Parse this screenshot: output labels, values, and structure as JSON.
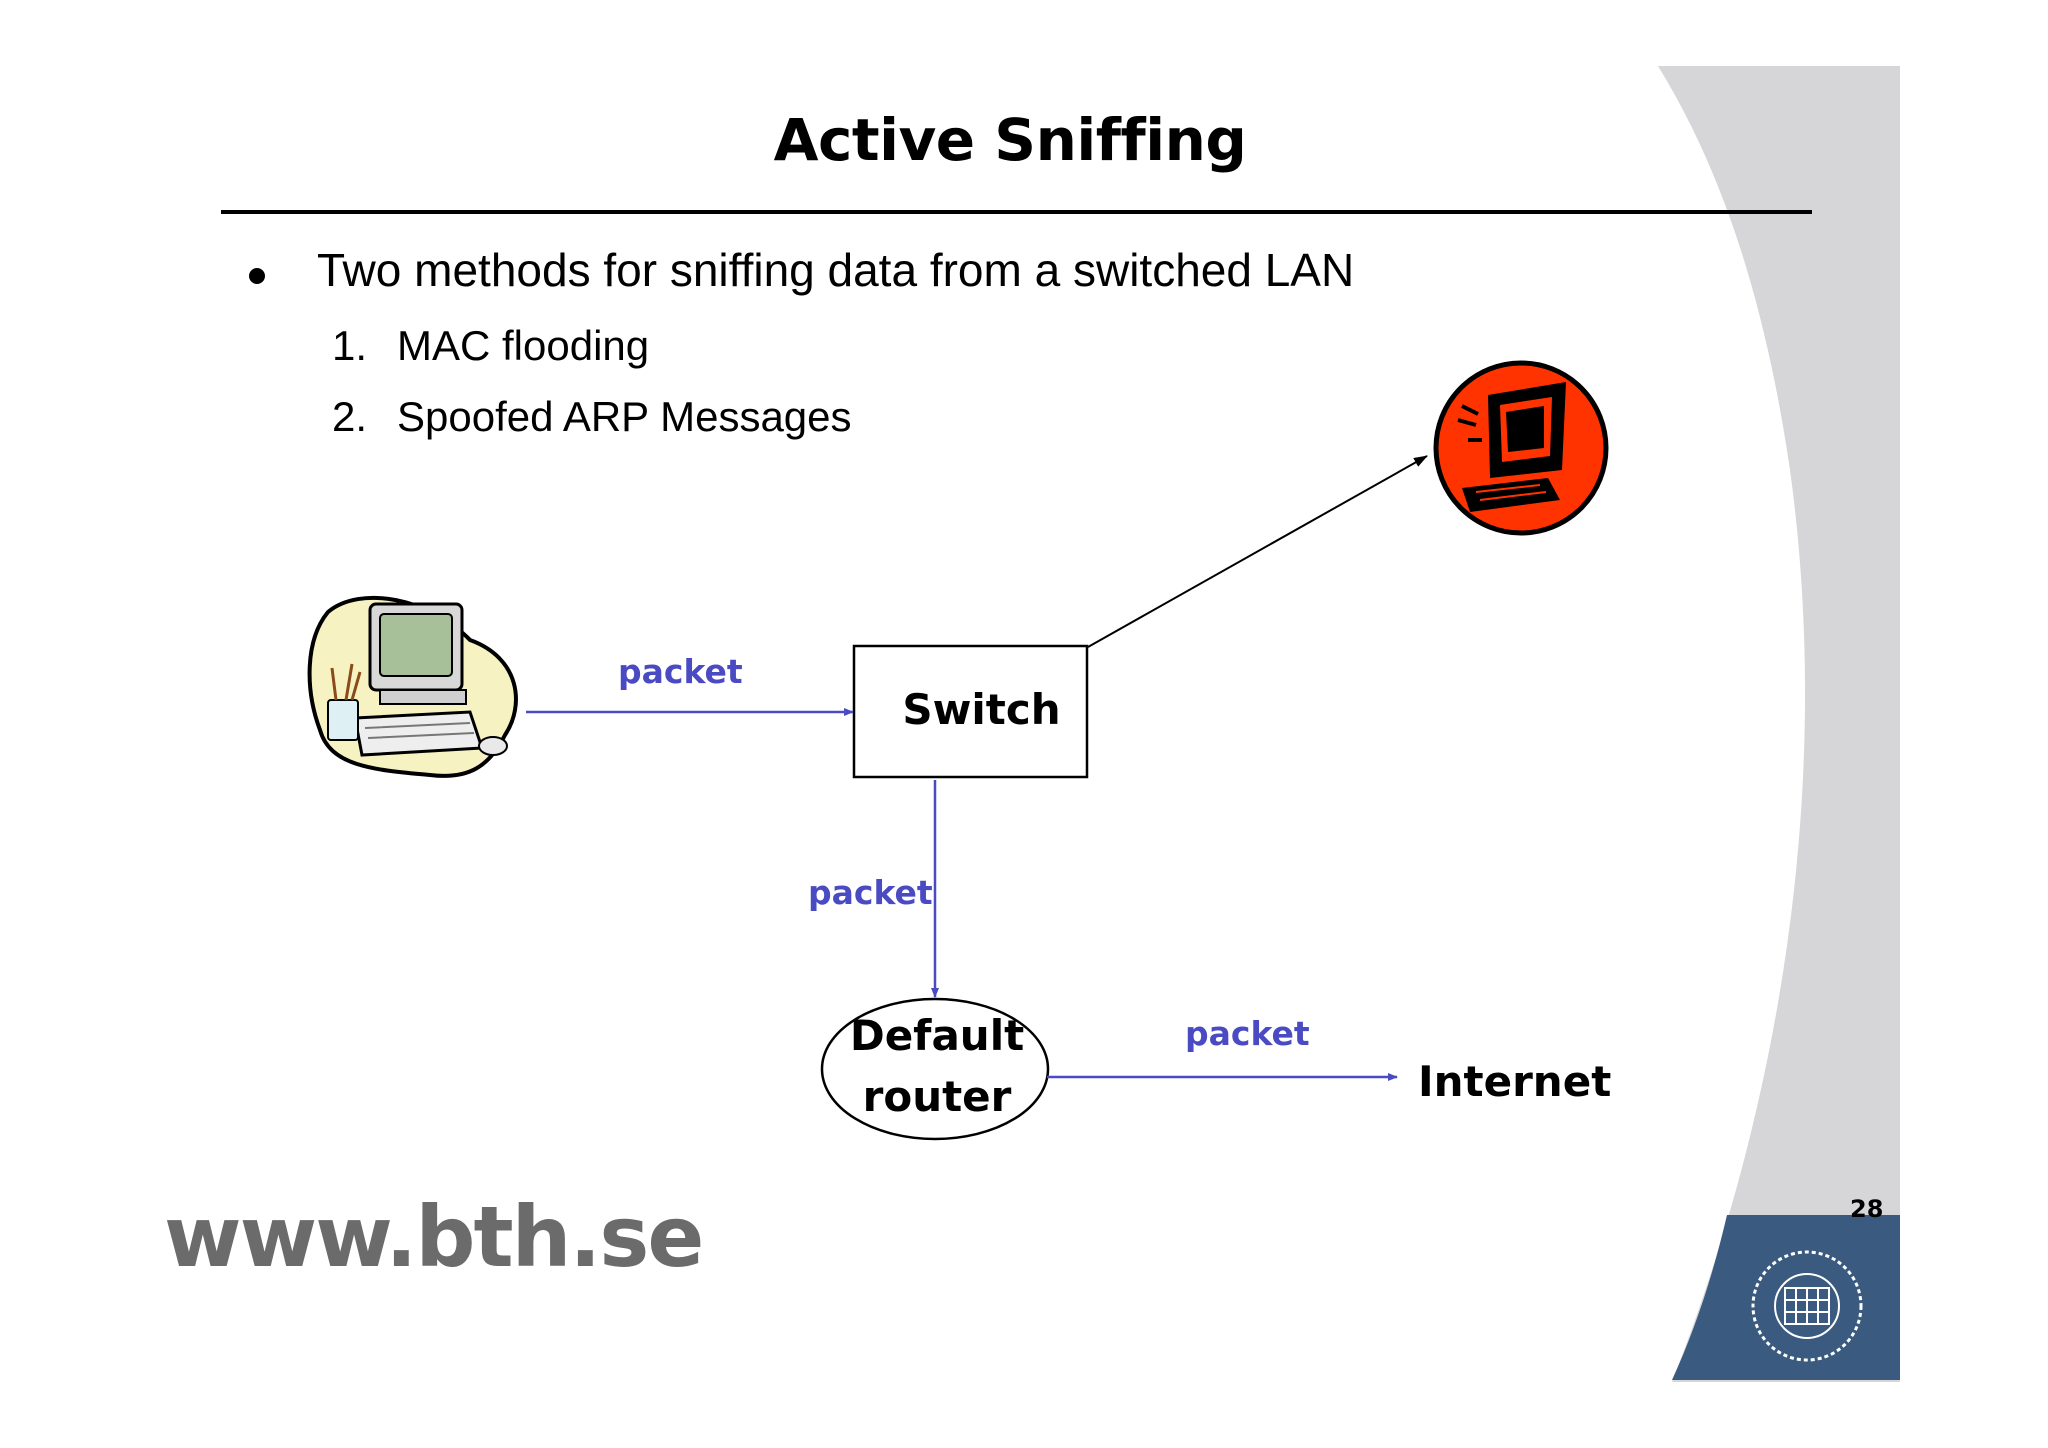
{
  "slide": {
    "title": "Active Sniffing",
    "bullet": "Two methods for sniffing data from a switched LAN",
    "methods": [
      {
        "num": "1.",
        "text": "MAC flooding"
      },
      {
        "num": "2.",
        "text": "Spoofed ARP Messages"
      }
    ],
    "footer_url": "www.bth.se",
    "page_number": "28"
  },
  "diagram": {
    "nodes": {
      "victim": "victim-computer-icon",
      "attacker": "attacker-computer-icon",
      "switch": "Switch",
      "router_line1": "Default",
      "router_line2": "router",
      "internet": "Internet"
    },
    "edge_labels": {
      "victim_to_switch": "packet",
      "switch_to_router": "packet",
      "router_to_internet": "packet"
    },
    "edges": [
      {
        "from": "victim",
        "to": "switch",
        "label": "packet"
      },
      {
        "from": "switch",
        "to": "attacker",
        "label": ""
      },
      {
        "from": "switch",
        "to": "router",
        "label": "packet"
      },
      {
        "from": "router",
        "to": "internet",
        "label": "packet"
      }
    ]
  },
  "colors": {
    "edge_blue": "#4a4bc2",
    "attacker_red": "#ff3300",
    "logo_blue": "#3a5a80",
    "decor_gray": "#d6d6d9"
  }
}
